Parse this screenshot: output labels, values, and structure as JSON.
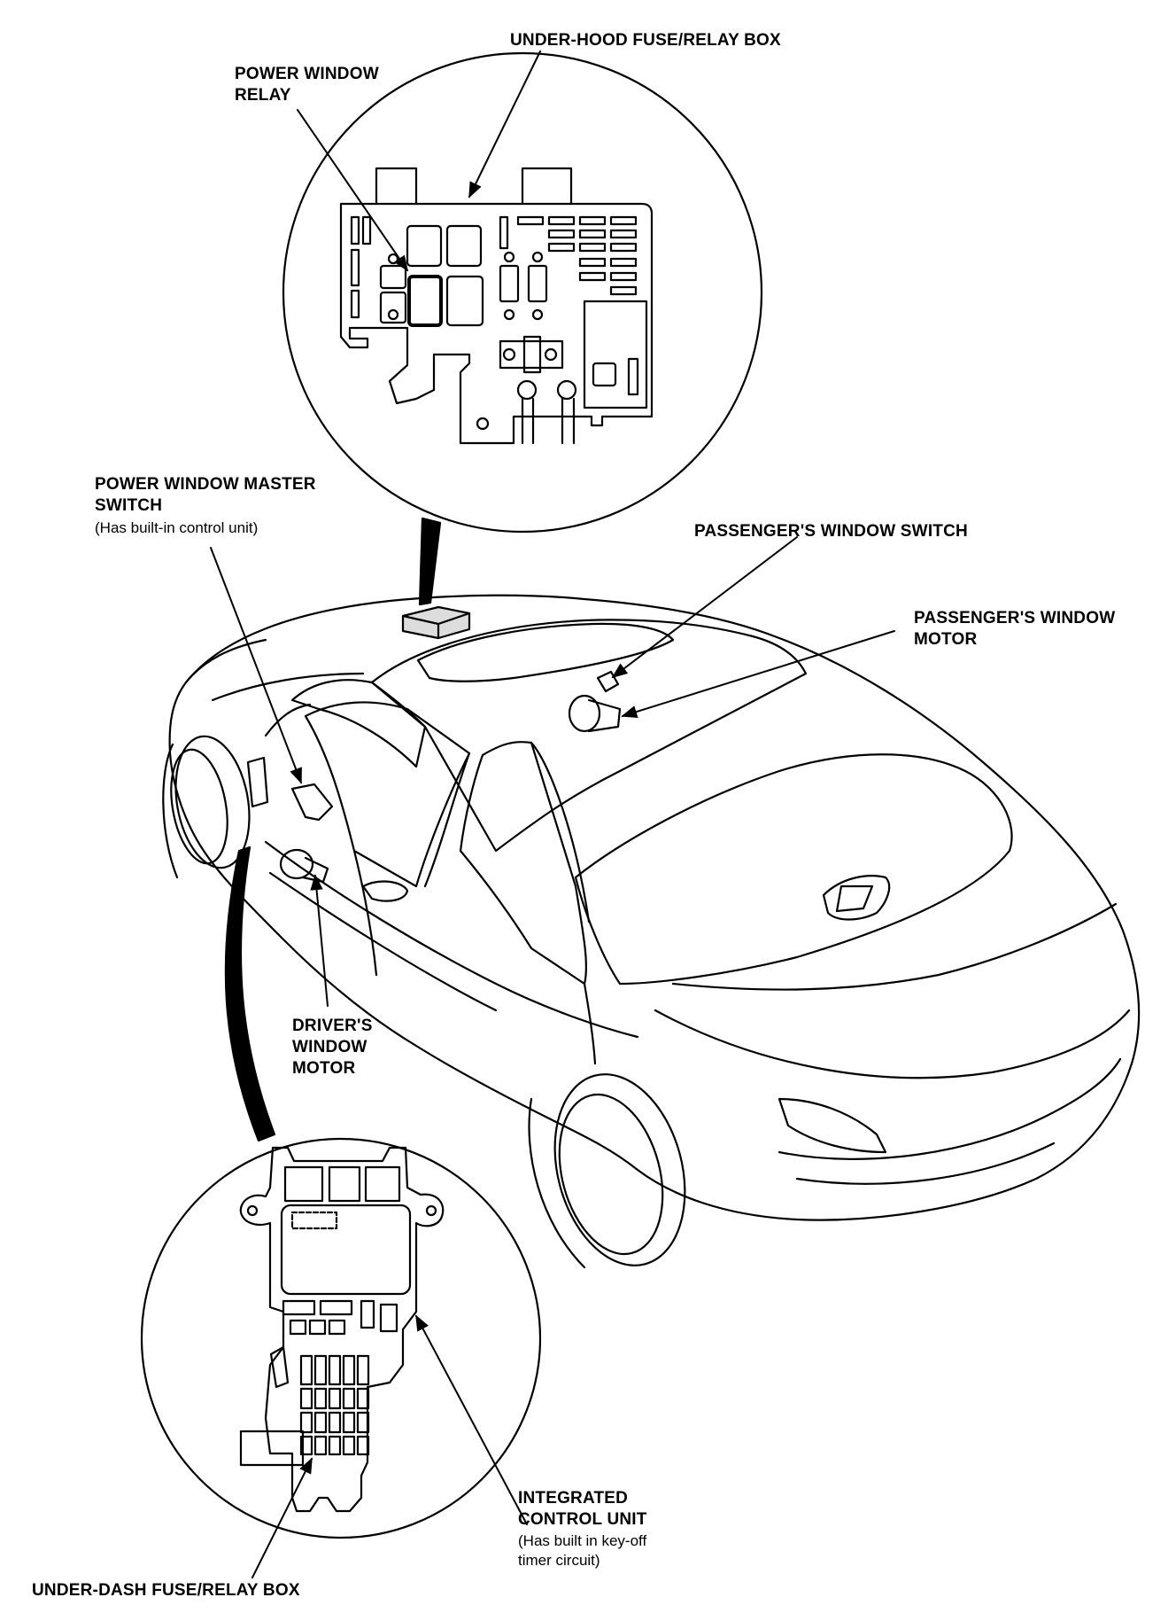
{
  "labels": {
    "under_hood_box": "UNDER-HOOD FUSE/RELAY BOX",
    "power_window_relay": "POWER WINDOW\nRELAY",
    "master_switch": "POWER WINDOW MASTER\nSWITCH",
    "master_switch_note": "(Has built-in control unit)",
    "passenger_switch": "PASSENGER'S WINDOW SWITCH",
    "passenger_motor": "PASSENGER'S WINDOW\nMOTOR",
    "driver_motor": "DRIVER'S\nWINDOW\nMOTOR",
    "icu": "INTEGRATED\nCONTROL UNIT",
    "icu_note": "(Has built in key-off\ntimer circuit)",
    "under_dash_box": "UNDER-DASH FUSE/RELAY BOX"
  }
}
